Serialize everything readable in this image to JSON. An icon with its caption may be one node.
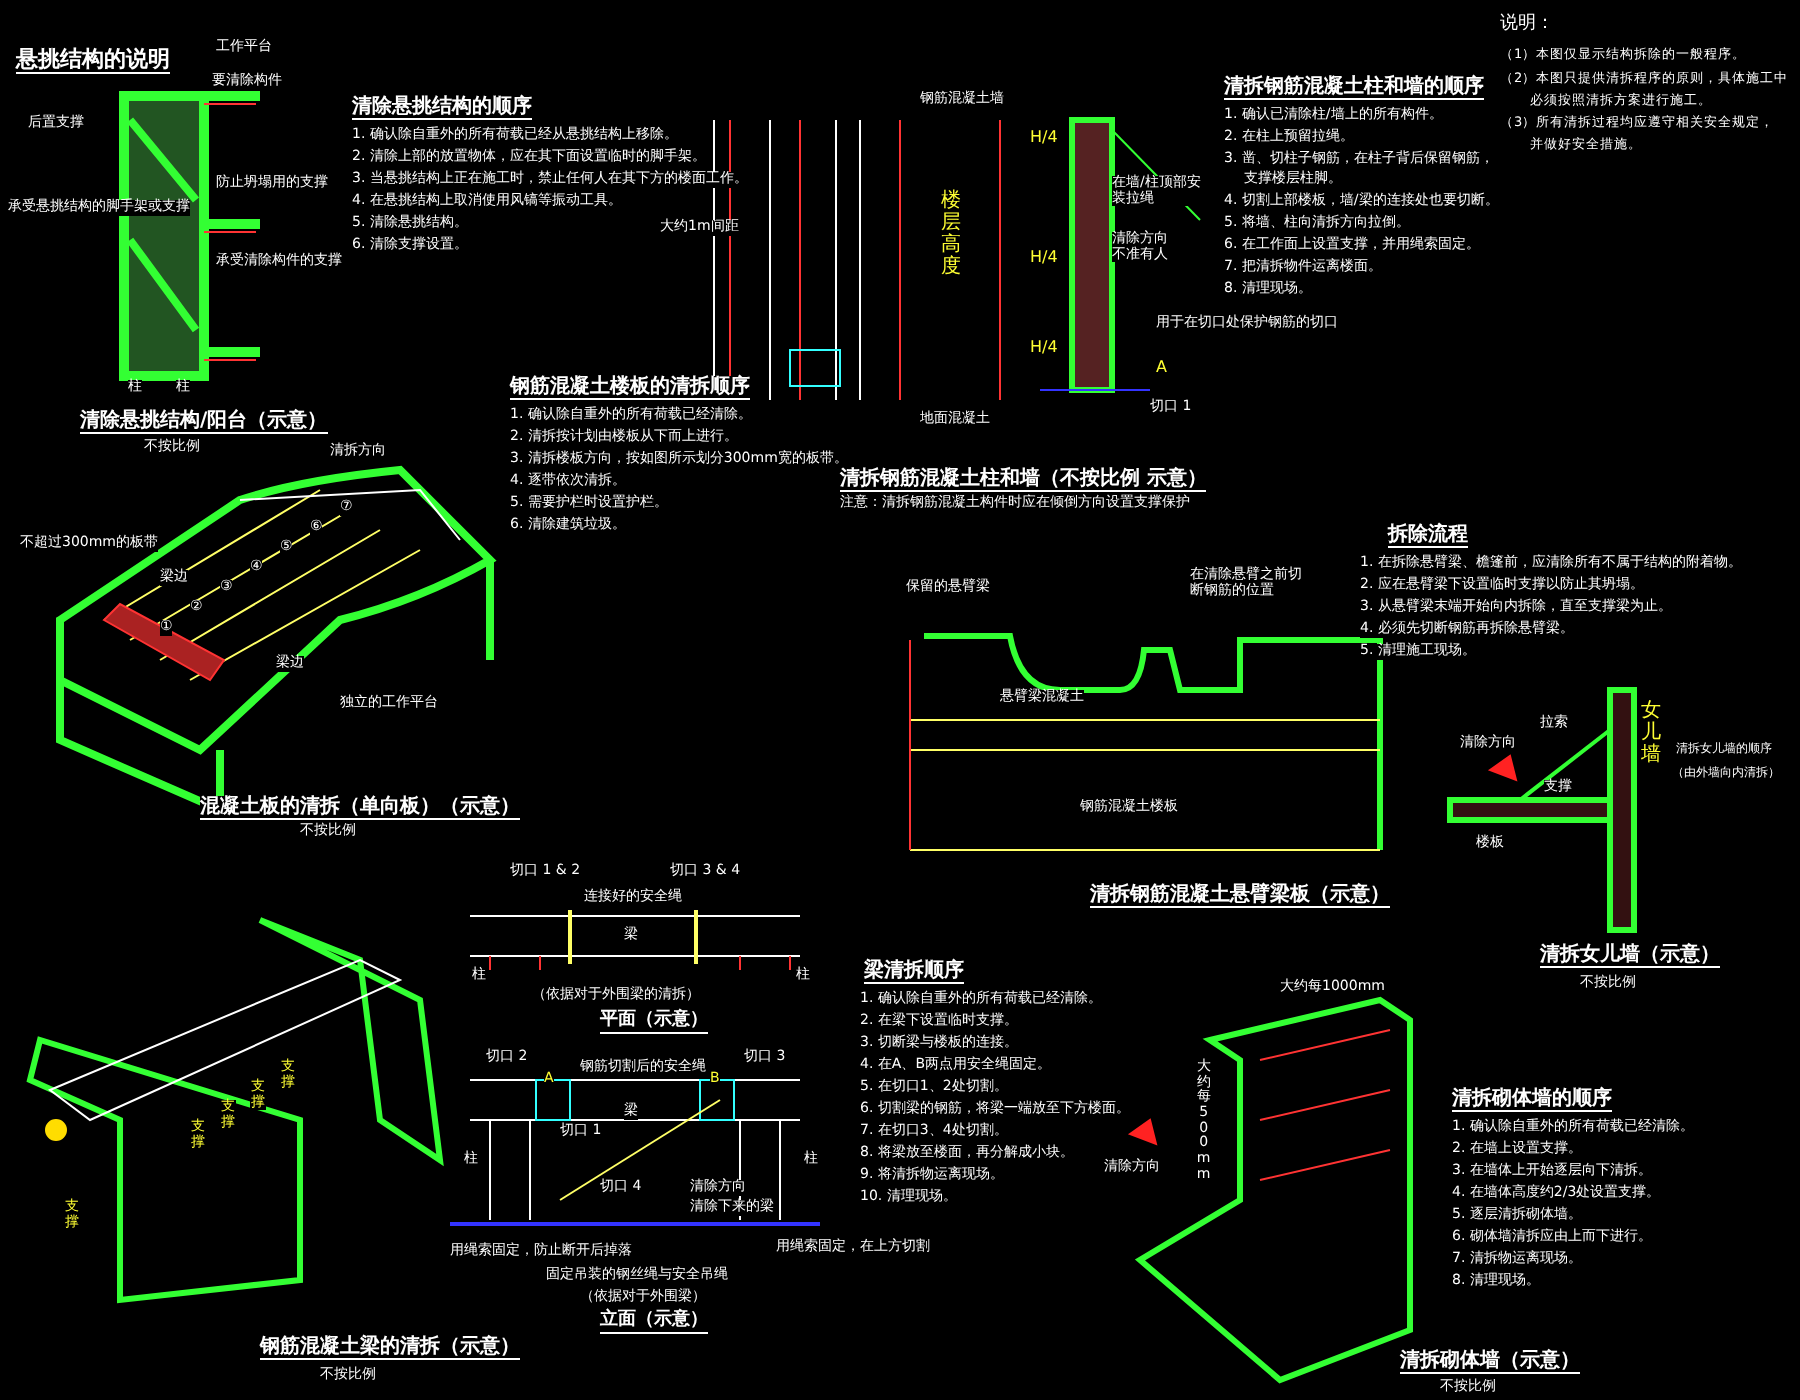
{
  "diagram": {
    "labels": [
      "悬挑结构的说明",
      "工作平台",
      "要清除构件",
      "后置支撑",
      "防止坍塌用的支撑",
      "承受悬挑结构的脚手架或支撑",
      "承受清除构件的支撑",
      "柱",
      "柱",
      "清除悬挑结构/阳台（示意）",
      "不按比例",
      "清除悬挑结构的顺序",
      "1. 确认除自重外的所有荷载已经从悬挑结构上移除。",
      "2. 清除上部的放置物体，应在其下面设置临时的脚手架。",
      "3. 当悬挑结构上正在施工时，禁止任何人在其下方的楼面工作。",
      "4. 在悬挑结构上取消使用风镐等振动工具。",
      "5. 清除悬挑结构。",
      "6. 清除支撑设置。",
      "钢筋混凝土楼板的清拆顺序",
      "1. 确认除自重外的所有荷载已经清除。",
      "2. 清拆按计划由楼板从下而上进行。",
      "3. 清拆楼板方向，按如图所示划分300mm宽的板带。",
      "4. 逐带依次清拆。",
      "5. 需要护栏时设置护栏。",
      "6. 清除建筑垃圾。",
      "清拆方向",
      "不超过300mm的板带",
      "梁边",
      "①",
      "②",
      "③",
      "④",
      "⑤",
      "⑥",
      "⑦",
      "梁边",
      "独立的工作平台",
      "混凝土板的清拆（单向板）（示意）",
      "不按比例",
      "钢筋混凝土墙",
      "大约1m间距",
      "楼层高度",
      "H/4",
      "H/4",
      "H/4",
      "清除方向不准有人",
      "切口 1",
      "A",
      "地面混凝土",
      "用于在切口处保护钢筋的切口",
      "在墙/柱顶部安装拉绳",
      "清拆钢筋混凝土柱和墙（不按比例 示意）",
      "注意：清拆钢筋混凝土构件时应在倾倒方向设置支撑保护",
      "清拆钢筋混凝土柱和墙的顺序",
      "1. 确认已清除柱/墙上的所有构件。",
      "2. 在柱上预留拉绳。",
      "3. 凿、切柱子钢筋，在柱子背后保留钢筋，",
      "支撑楼层柱脚。",
      "4. 切割上部楼板，墙/梁的连接处也要切断。",
      "5. 将墙、柱向清拆方向拉倒。",
      "6. 在工作面上设置支撑，并用绳索固定。",
      "7. 把清拆物件运离楼面。",
      "8. 清理现场。",
      "说明：",
      "（1）本图仅显示结构拆除的一般程序。",
      "（2）本图只提供清拆程序的原则，具体施工中",
      "必须按照清拆方案进行施工。",
      "（3）所有清拆过程均应遵守相关安全规定，",
      "并做好安全措施。",
      "保留的悬臂梁",
      "在清除悬臂之前切断钢筋的位置",
      "悬臂梁混凝土",
      "钢筋混凝土楼板",
      "清拆钢筋混凝土悬臂梁板（示意）",
      "拆除流程",
      "1. 在拆除悬臂梁、檐篷前，应清除所有不属于结构的附着物。",
      "2. 应在悬臂梁下设置临时支撑以防止其坍塌。",
      "3. 从悬臂梁末端开始向内拆除，直至支撑梁为止。",
      "4. 必须先切断钢筋再拆除悬臂梁。",
      "5. 清理施工现场。",
      "清除方向",
      "拉索",
      "女儿墙",
      "清拆女儿墙的顺序",
      "（由外墙向内清拆）",
      "支撑",
      "楼板",
      "清拆女儿墙（示意）",
      "不按比例",
      "切口 1 & 2",
      "切口 3 & 4",
      "连接好的安全绳",
      "梁",
      "柱",
      "柱",
      "（依据对于外围梁的清拆）",
      "平面（示意）",
      "切口 2",
      "切口 3",
      "钢筋切割后的安全绳",
      "A",
      "B",
      "梁",
      "切口 1",
      "柱",
      "柱",
      "切口 4",
      "清除方向",
      "清除下来的梁",
      "用绳索固定，防止断开后掉落",
      "固定吊装的钢丝绳与安全吊绳",
      "（依据对于外围梁）",
      "用绳索固定，在上方切割",
      "立面（示意）",
      "梁清拆顺序",
      "1. 确认除自重外的所有荷载已经清除。",
      "2. 在梁下设置临时支撑。",
      "3. 切断梁与楼板的连接。",
      "4. 在A、B两点用安全绳固定。",
      "5. 在切口1、2处切割。",
      "6. 切割梁的钢筋，将梁一端放至下方楼面。",
      "7. 在切口3、4处切割。",
      "8. 将梁放至楼面，再分解成小块。",
      "9. 将清拆物运离现场。",
      "10. 清理现场。",
      "支撑",
      "支撑",
      "支撑",
      "支撑",
      "支撑",
      "钢筋混凝土梁的清拆（示意）",
      "不按比例",
      "大约每1000mm",
      "大约每500mm",
      "清除方向",
      "清拆砌体墙的顺序",
      "1. 确认除自重外的所有荷载已经清除。",
      "2. 在墙上设置支撑。",
      "3. 在墙体上开始逐层向下清拆。",
      "4. 在墙体高度约2/3处设置支撑。",
      "5. 逐层清拆砌体墙。",
      "6. 砌体墙清拆应由上而下进行。",
      "7. 清拆物运离现场。",
      "8. 清理现场。",
      "清拆砌体墙（示意）",
      "不按比例"
    ]
  }
}
